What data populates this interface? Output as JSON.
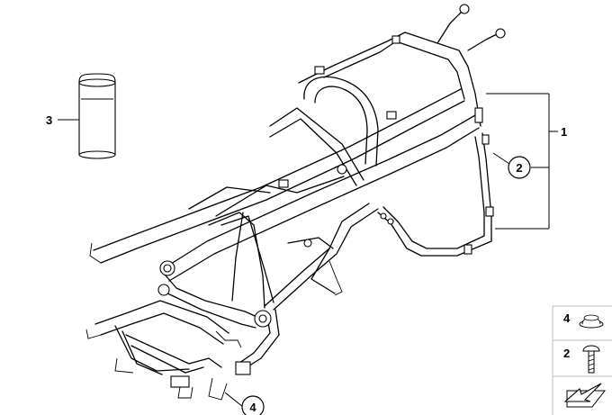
{
  "callouts": {
    "frame": "1",
    "screw": "2",
    "paint": "3",
    "rubber_buffer": "4"
  },
  "legend": {
    "rows": [
      {
        "number": "4",
        "icon": "rubber-buffer-icon"
      },
      {
        "number": "2",
        "icon": "screw-icon"
      }
    ],
    "footer_icon": "arrow-icon"
  }
}
